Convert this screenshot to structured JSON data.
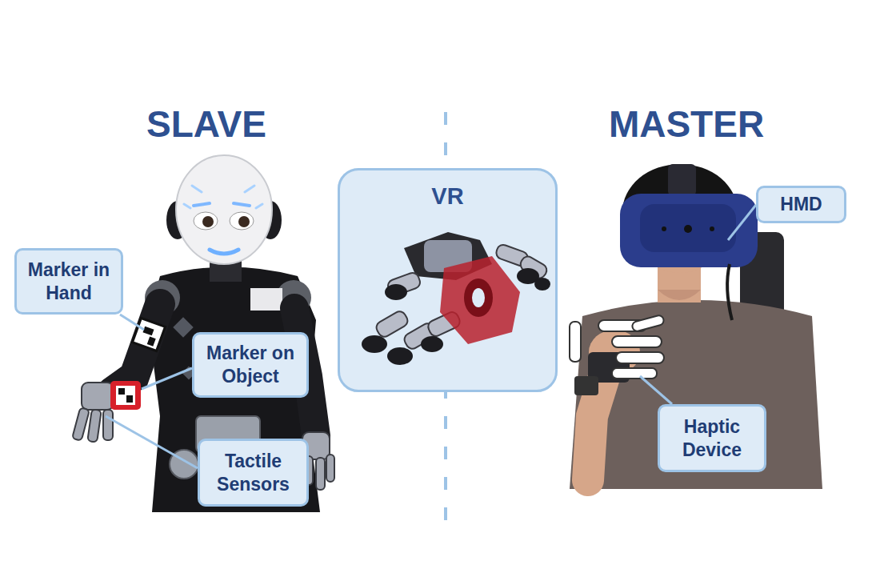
{
  "diagram": {
    "nodes": [
      {
        "text": [
          "Marker in Hand"
        ]
      },
      {
        "text": [
          "Marker on Object"
        ]
      },
      {
        "text": [
          "Tactile Sensors"
        ]
      },
      {
        "text": [
          "VR"
        ]
      },
      {
        "text": [
          "HMD"
        ]
      },
      {
        "text": [
          "Haptic Device"
        ]
      }
    ],
    "labels": [
      "SLAVE",
      "MASTER"
    ]
  }
}
